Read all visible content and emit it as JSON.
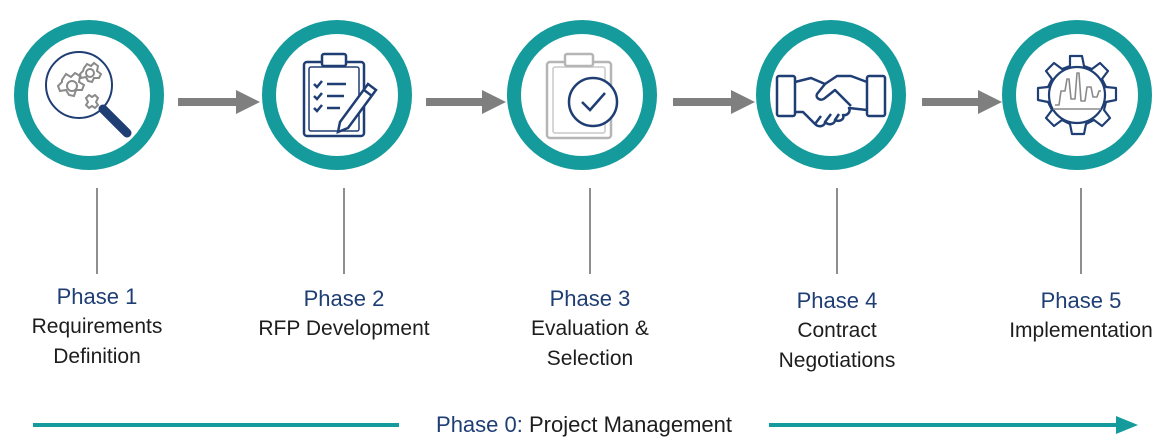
{
  "phases": [
    {
      "title": "Phase 1",
      "desc_line1": "Requirements",
      "desc_line2": "Definition",
      "icon": "magnifier-gears-icon"
    },
    {
      "title": "Phase 2",
      "desc_line1": "RFP Development",
      "desc_line2": "",
      "icon": "clipboard-pencil-icon"
    },
    {
      "title": "Phase 3",
      "desc_line1": "Evaluation &",
      "desc_line2": "Selection",
      "icon": "clipboard-checkmark-icon"
    },
    {
      "title": "Phase 4",
      "desc_line1": "Contract",
      "desc_line2": "Negotiations",
      "icon": "handshake-icon"
    },
    {
      "title": "Phase 5",
      "desc_line1": "Implementation",
      "desc_line2": "",
      "icon": "gear-chart-icon"
    }
  ],
  "project_management": {
    "phase_label": "Phase 0:",
    "text": "Project Management"
  },
  "colors": {
    "ring": "#159b9c",
    "arrow": "#7f7f7f",
    "phase_title": "#1f3e74",
    "icon_stroke": "#1f3e74"
  }
}
